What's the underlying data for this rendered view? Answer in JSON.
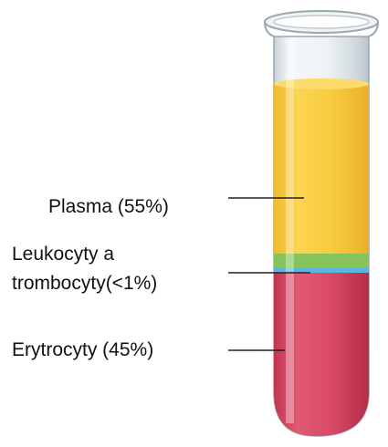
{
  "labels": {
    "plasma": "Plasma (55%)",
    "leukocytes_line1": "Leukocyty a",
    "leukocytes_line2": "trombocyty(<1%)",
    "erythrocytes": "Erytrocyty (45%)"
  },
  "layers": {
    "plasma_fraction": 0.55,
    "buffy_coat_fraction": 0.01,
    "erythrocytes_fraction": 0.45
  },
  "colors": {
    "plasma": "#f7c83a",
    "buffy_coat": "#86c35a",
    "buffy_coat_edge": "#5cb4e0",
    "erythrocytes": "#d94a66",
    "glass": "#e6eef2",
    "glass_edge": "#9aa7ad",
    "leader_line": "#222222"
  }
}
